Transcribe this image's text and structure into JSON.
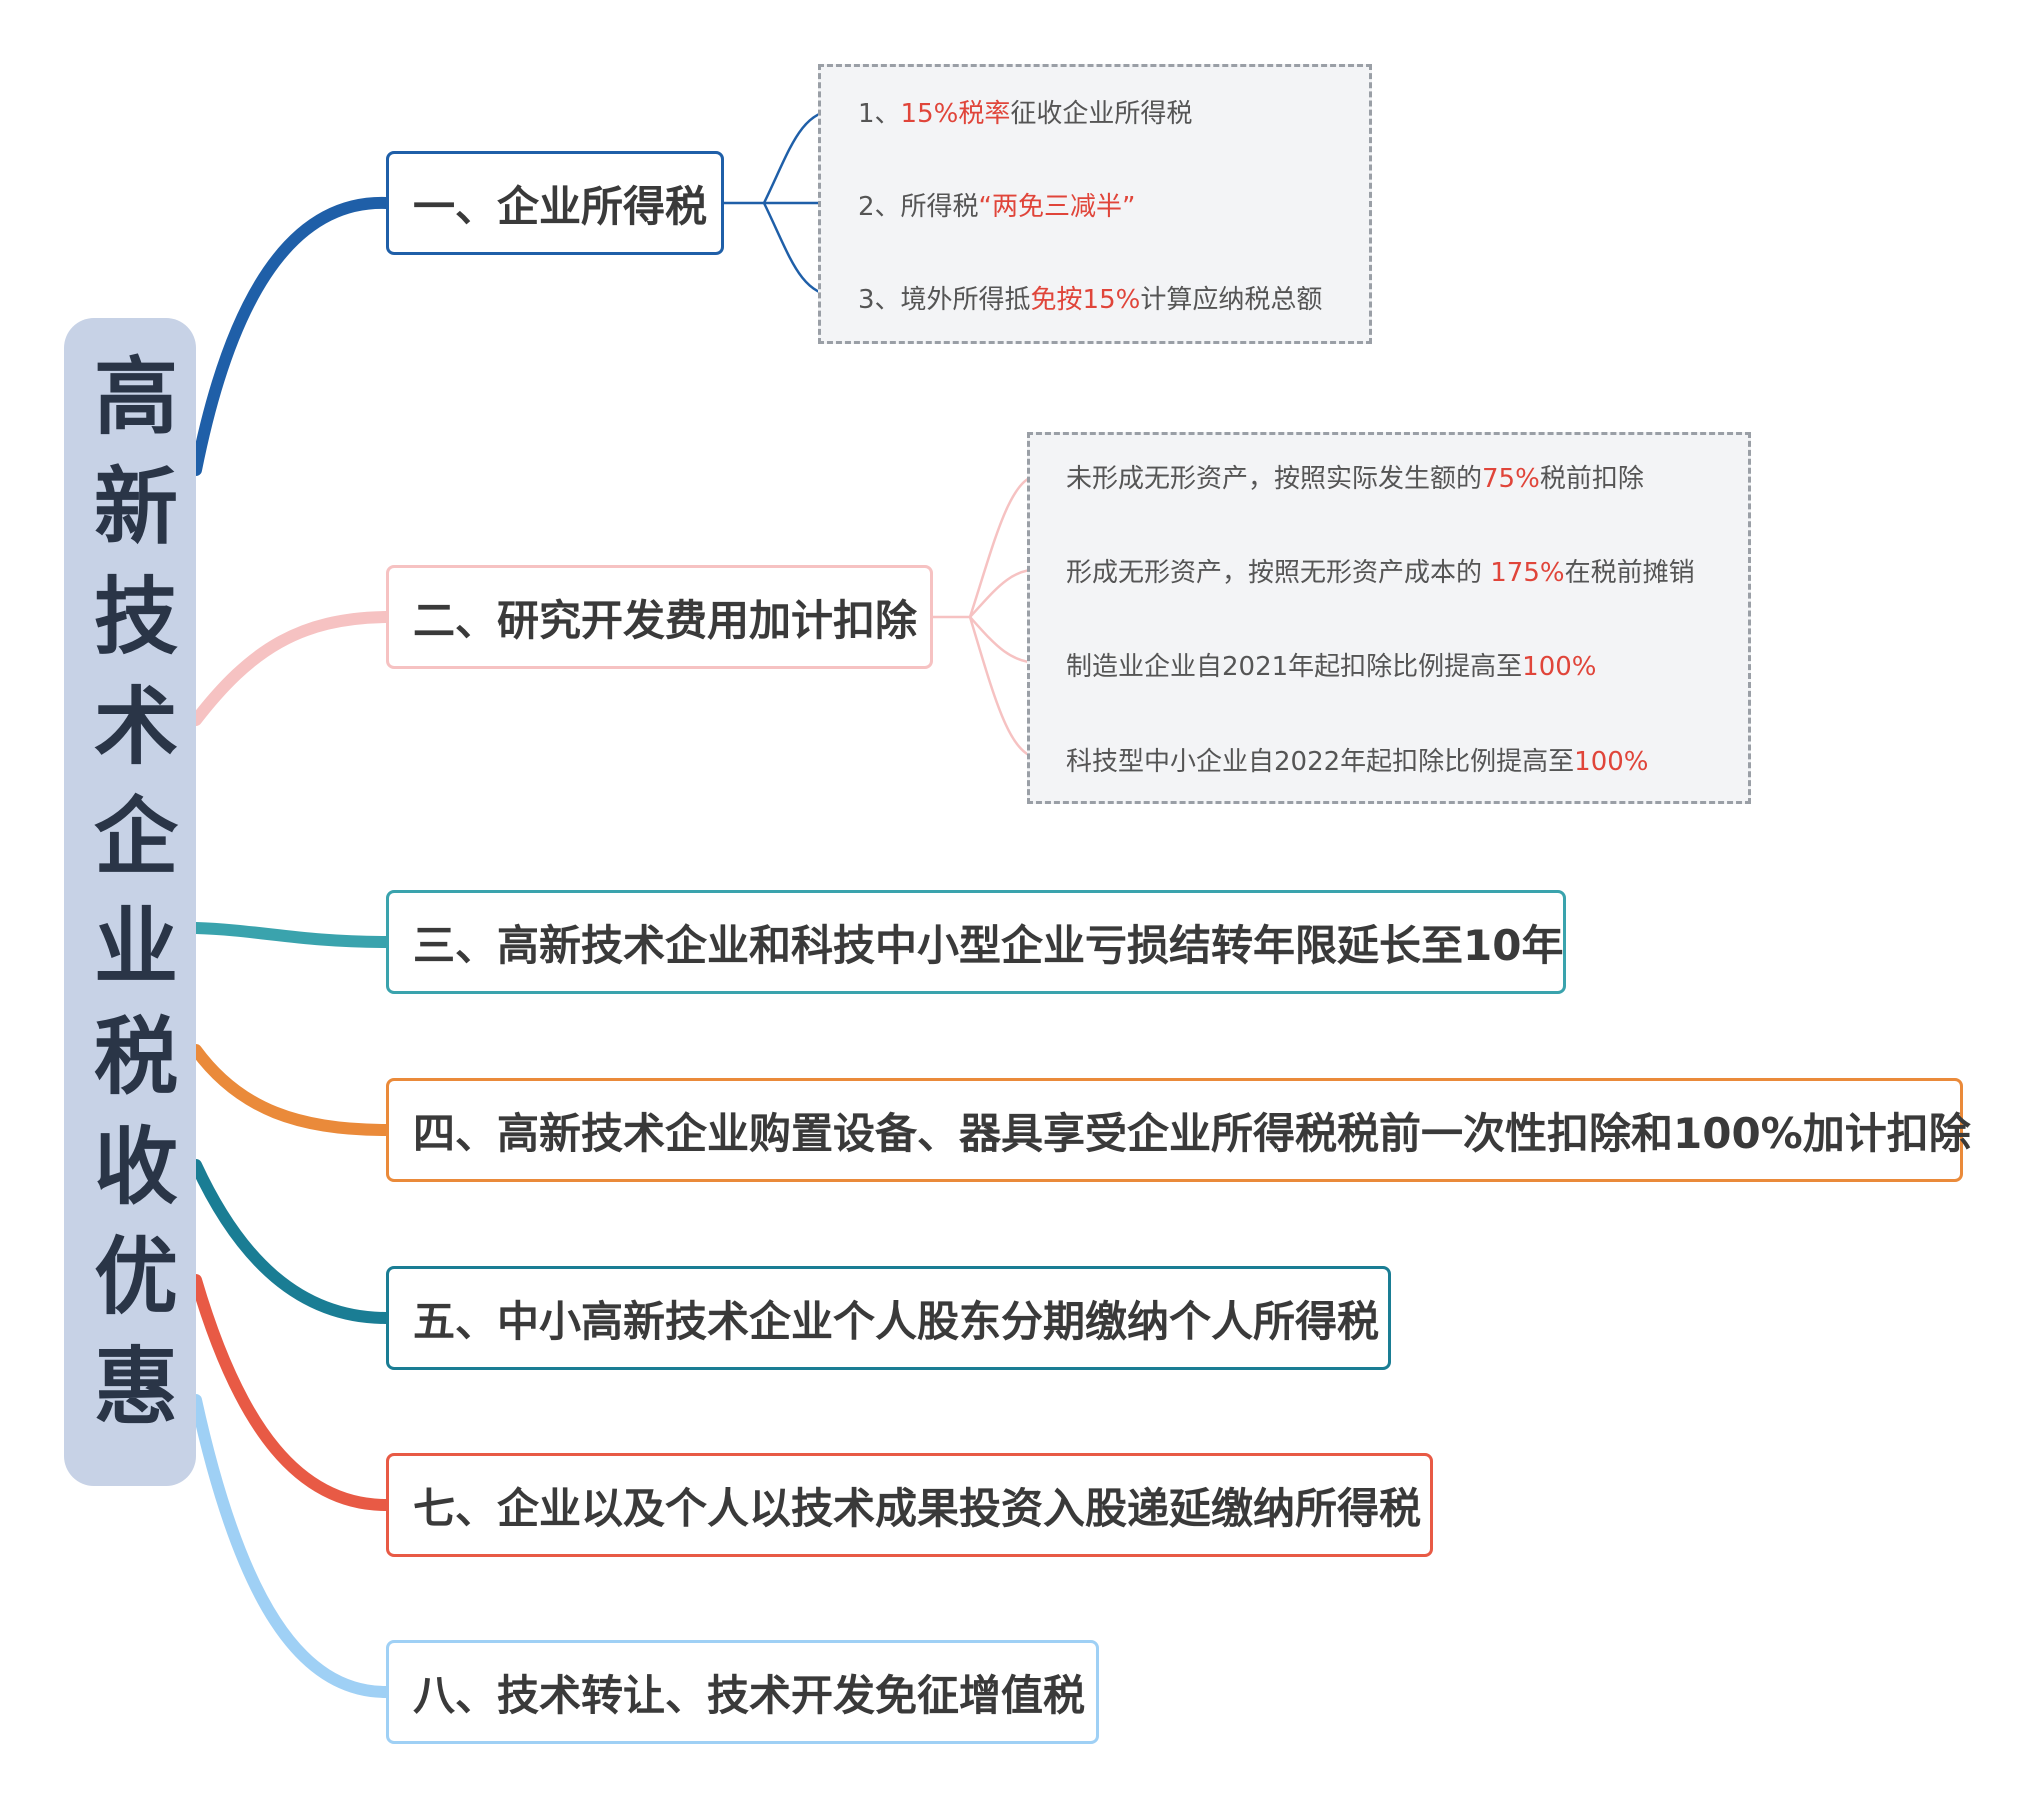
{
  "root": {
    "title": "高新技术企业税收优惠"
  },
  "colors": {
    "b1": "#1f5fa8",
    "b2": "#f6c2c2",
    "b3": "#3aa3ad",
    "b4": "#ea8a3a",
    "b5": "#1a7d94",
    "b7": "#e85a45",
    "b8": "#9fd0f5",
    "highlight": "#e0453a"
  },
  "branches": [
    {
      "id": "b1",
      "label": "一、企业所得税",
      "children": [
        {
          "parts": [
            {
              "t": "1、"
            },
            {
              "t": "15%税率",
              "hl": true
            },
            {
              "t": "征收企业所得税"
            }
          ]
        },
        {
          "parts": [
            {
              "t": "2、所得税"
            },
            {
              "t": "“两免三减半”",
              "hl": true
            }
          ]
        },
        {
          "parts": [
            {
              "t": "3、境外所得抵"
            },
            {
              "t": "免按15%",
              "hl": true
            },
            {
              "t": "计算应纳税总额"
            }
          ]
        }
      ]
    },
    {
      "id": "b2",
      "label": "二、研究开发费用加计扣除",
      "children": [
        {
          "parts": [
            {
              "t": "未形成无形资产，按照实际发生额的"
            },
            {
              "t": "75%",
              "hl": true
            },
            {
              "t": "税前扣除"
            }
          ]
        },
        {
          "parts": [
            {
              "t": "形成无形资产，按照无形资产成本的 "
            },
            {
              "t": "175%",
              "hl": true
            },
            {
              "t": "在税前摊销"
            }
          ]
        },
        {
          "parts": [
            {
              "t": "制造业企业自2021年起扣除比例提高至"
            },
            {
              "t": "100%",
              "hl": true
            }
          ]
        },
        {
          "parts": [
            {
              "t": "科技型中小企业自2022年起扣除比例提高至"
            },
            {
              "t": "100%",
              "hl": true
            }
          ]
        }
      ]
    },
    {
      "id": "b3",
      "label": "三、高新技术企业和科技中小型企业亏损结转年限延长至10年"
    },
    {
      "id": "b4",
      "label": "四、高新技术企业购置设备、器具享受企业所得税税前一次性扣除和100%加计扣除"
    },
    {
      "id": "b5",
      "label": "五、中小高新技术企业个人股东分期缴纳个人所得税"
    },
    {
      "id": "b7",
      "label": "七、企业以及个人以技术成果投资入股递延缴纳所得税"
    },
    {
      "id": "b8",
      "label": "八、技术转让、技术开发免征增值税"
    }
  ]
}
